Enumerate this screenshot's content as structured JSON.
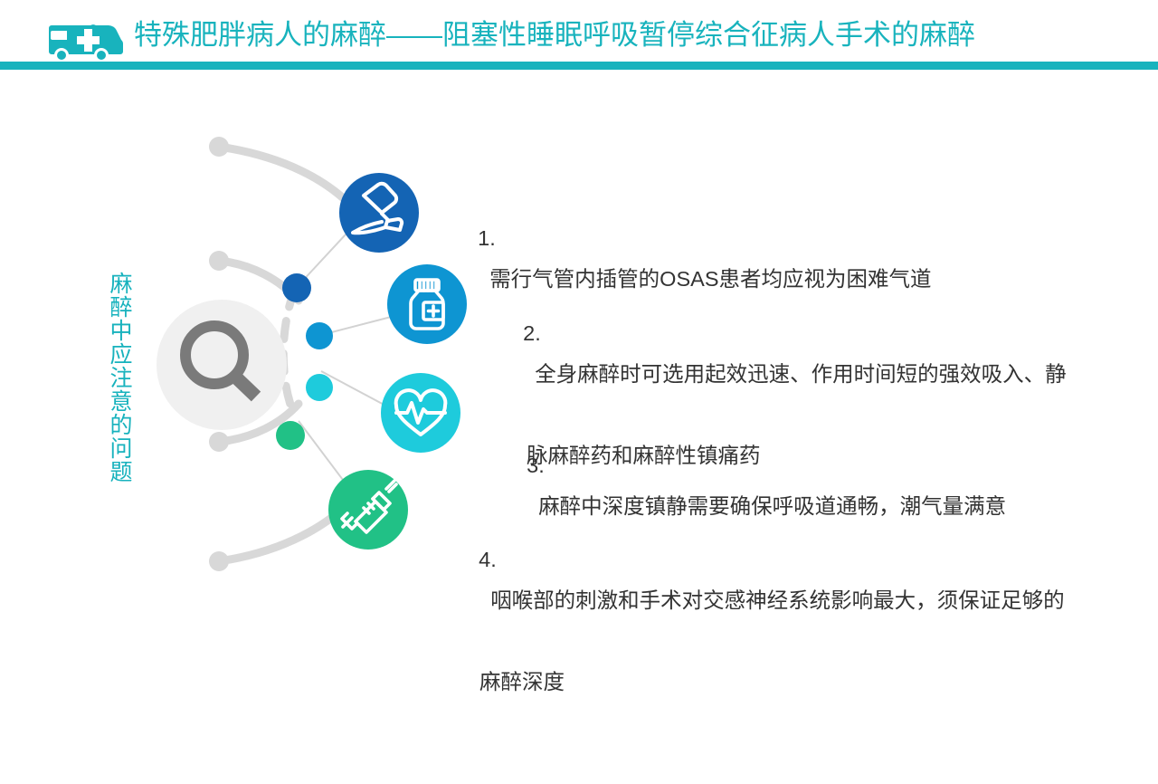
{
  "header": {
    "title": "特殊肥胖病人的麻醉——阻塞性睡眠呼吸暂停综合征病人手术的麻醉",
    "icon": "ambulance-icon",
    "accent_color": "#18b3bd",
    "rule_color": "#18b3bd"
  },
  "side_label": {
    "text": "麻醉中应注意的问题",
    "color": "#17b2bd"
  },
  "graphic": {
    "center_icon": "search-magnifier-icon",
    "center_circle_color": "#f0f0f0",
    "center_icon_color": "#7a7a7a",
    "arc_color": "#d8d8d8",
    "nodes": [
      {
        "name": "scalpel-icon",
        "color": "#1464b4",
        "dot_color": "#1464b4"
      },
      {
        "name": "medicine-bottle-icon",
        "color": "#0e95d2",
        "dot_color": "#0e95d2"
      },
      {
        "name": "heart-pulse-icon",
        "color": "#1ecbdc",
        "dot_color": "#1ecbdc"
      },
      {
        "name": "syringe-icon",
        "color": "#21c186",
        "dot_color": "#21c186"
      }
    ]
  },
  "list": {
    "items": [
      {
        "number": "1.",
        "line1": "需行气管内插管的OSAS患者均应视为困难气道",
        "line2": ""
      },
      {
        "number": "2.",
        "line1": "全身麻醉时可选用起效迅速、作用时间短的强效吸入、静",
        "line2": "脉麻醉药和麻醉性镇痛药"
      },
      {
        "number": "3.",
        "line1": "麻醉中深度镇静需要确保呼吸道通畅，潮气量满意",
        "line2": ""
      },
      {
        "number": "4.",
        "line1": "咽喉部的刺激和手术对交感神经系统影响最大，须保证足够的",
        "line2": "麻醉深度"
      }
    ]
  }
}
